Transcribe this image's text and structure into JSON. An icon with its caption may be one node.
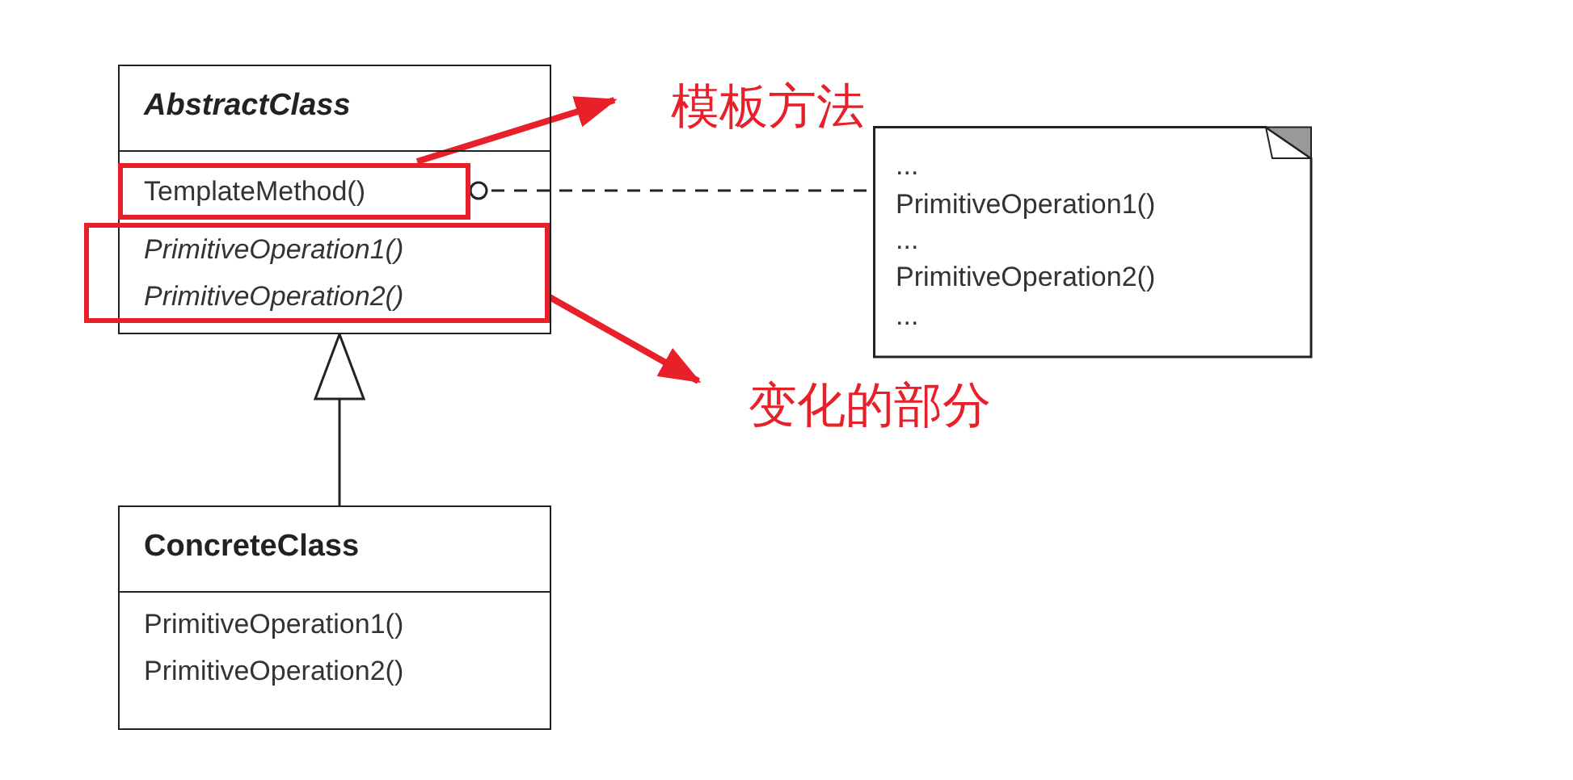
{
  "diagram": {
    "nodes": [
      {
        "text": [
          "AbstractClass"
        ]
      },
      {
        "text": [
          "TemplateMethod()"
        ],
        "in": 0
      },
      {
        "text": [
          "PrimitiveOperation1()",
          "PrimitiveOperation2()"
        ]
      },
      {
        "text": [
          "...",
          "PrimitiveOperation1()",
          "...",
          "PrimitiveOperation2()",
          "..."
        ]
      },
      {
        "text": [
          "ConcreteClass",
          "PrimitiveOperation1()",
          "PrimitiveOperation2()"
        ]
      },
      {
        "text": [
          "模板方法"
        ]
      },
      {
        "text": [
          "变化的部分"
        ]
      }
    ],
    "edges": [
      {
        "from": 4,
        "to": 0,
        "arrow": "to"
      },
      {
        "from": 1,
        "to": 3,
        "arrow": "other",
        "style": "dashed"
      },
      {
        "from": 1,
        "to": 5,
        "arrow": "to",
        "style": "thick",
        "color": "#e8202a"
      },
      {
        "from": 2,
        "to": 6,
        "arrow": "to",
        "style": "thick",
        "color": "#e8202a"
      }
    ]
  }
}
